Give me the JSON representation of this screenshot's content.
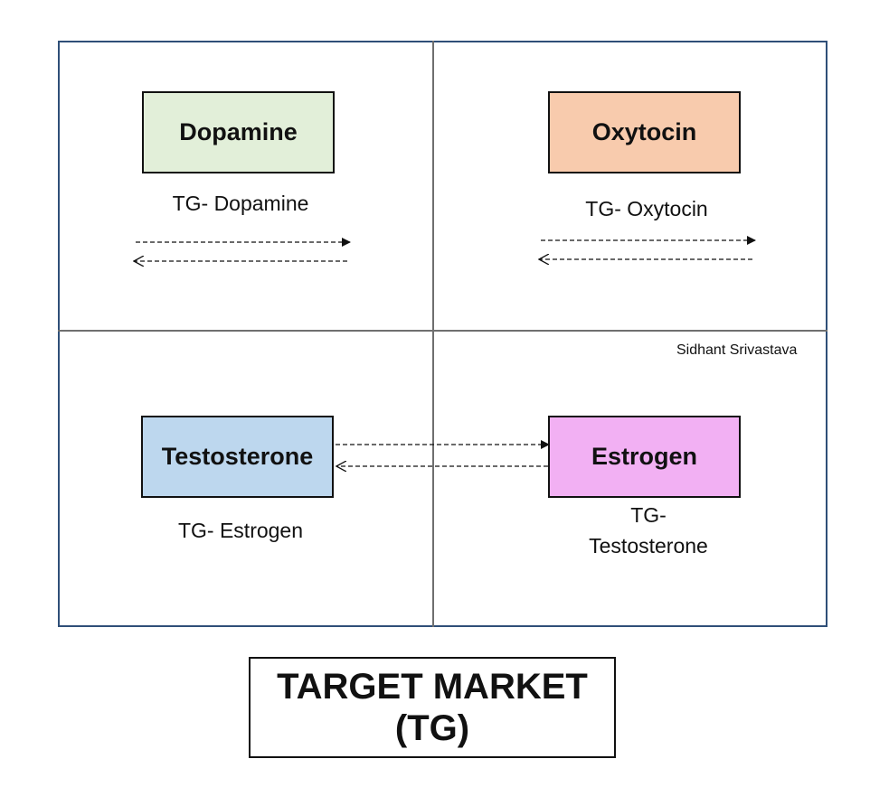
{
  "quadrants": {
    "top_left": {
      "box_label": "Dopamine",
      "box_color": "#e2efd9",
      "target_label": "TG- Dopamine"
    },
    "top_right": {
      "box_label": "Oxytocin",
      "box_color": "#f8cbad",
      "target_label": "TG- Oxytocin"
    },
    "bottom_left": {
      "box_label": "Testosterone",
      "box_color": "#bdd7ee",
      "target_label": "TG- Estrogen"
    },
    "bottom_right": {
      "box_label": "Estrogen",
      "box_color": "#f2b0f3",
      "target_label_line1": "TG-",
      "target_label_line2": "Testosterone"
    }
  },
  "author": "Sidhant Srivastava",
  "title": {
    "line1": "TARGET MARKET",
    "line2": "(TG)"
  },
  "colors": {
    "frame_border": "#2f4f78",
    "divider": "#6f6f6f",
    "text": "#111111"
  }
}
